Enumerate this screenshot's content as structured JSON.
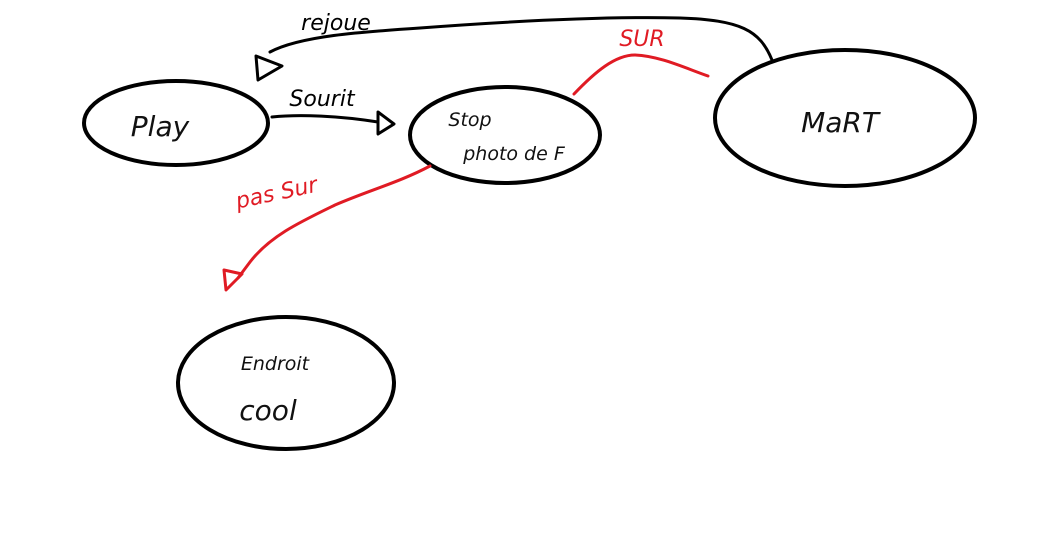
{
  "colors": {
    "ink": "#000000",
    "accent": "#e01b24",
    "background": "#ffffff"
  },
  "nodes": {
    "play": {
      "label": "Play"
    },
    "stop": {
      "label_line1": "Stop",
      "label_line2": "photo de F"
    },
    "mort": {
      "label": "MaRT"
    },
    "endroit": {
      "label_line1": "Endroit",
      "label_line2": "cool"
    }
  },
  "edges": {
    "play_to_stop": {
      "label": "Sourit"
    },
    "mort_to_play": {
      "label": "rejoue"
    },
    "stop_to_mort": {
      "label": "SUR"
    },
    "stop_to_endroit": {
      "label": "pas Sur"
    }
  }
}
